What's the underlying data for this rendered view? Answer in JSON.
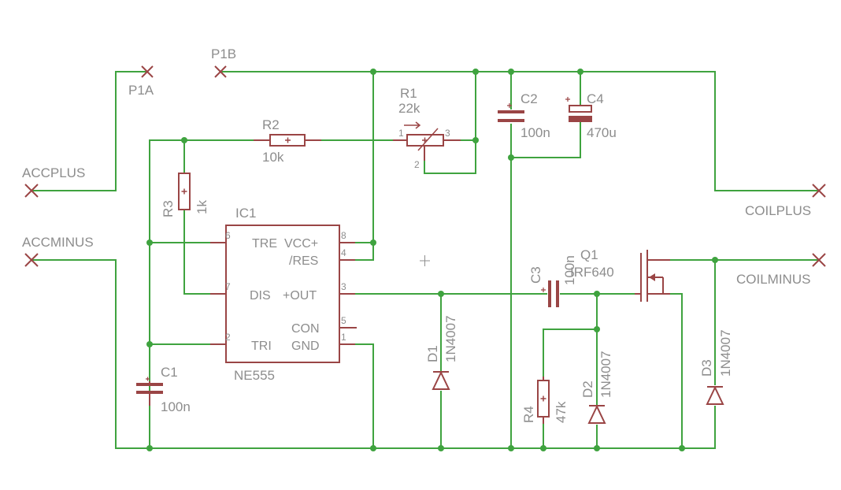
{
  "connectors": {
    "p1a": "P1A",
    "p1b": "P1B",
    "accplus": "ACCPLUS",
    "accminus": "ACCMINUS",
    "coilplus": "COILPLUS",
    "coilminus": "COILMINUS"
  },
  "ic1": {
    "name": "IC1",
    "value": "NE555",
    "pins": {
      "tre": "TRE",
      "vcc": "VCC+",
      "res": "/RES",
      "dis": "DIS",
      "out": "+OUT",
      "con": "CON",
      "tri": "TRI",
      "gnd": "GND"
    },
    "pin_numbers": {
      "p6": "6",
      "p8": "8",
      "p4": "4",
      "p7": "7",
      "p3": "3",
      "p5": "5",
      "p2": "2",
      "p1": "1"
    }
  },
  "r1": {
    "name": "R1",
    "value": "22k",
    "pin1": "1",
    "pin2": "2",
    "pin3": "3"
  },
  "r2": {
    "name": "R2",
    "value": "10k"
  },
  "r3": {
    "name": "R3",
    "value": "1k"
  },
  "r4": {
    "name": "R4",
    "value": "47k"
  },
  "c1": {
    "name": "C1",
    "value": "100n"
  },
  "c2": {
    "name": "C2",
    "value": "100n"
  },
  "c3": {
    "name": "C3",
    "value": "100n"
  },
  "c4": {
    "name": "C4",
    "value": "470u"
  },
  "d1": {
    "name": "D1",
    "value": "1N4007"
  },
  "d2": {
    "name": "D2",
    "value": "1N4007"
  },
  "d3": {
    "name": "D3",
    "value": "1N4007"
  },
  "q1": {
    "name": "Q1",
    "value": "IRF640"
  },
  "colors": {
    "wire": "#3fa33f",
    "component": "#9a4545",
    "text": "#8d8d8d",
    "background": "#ffffff"
  }
}
